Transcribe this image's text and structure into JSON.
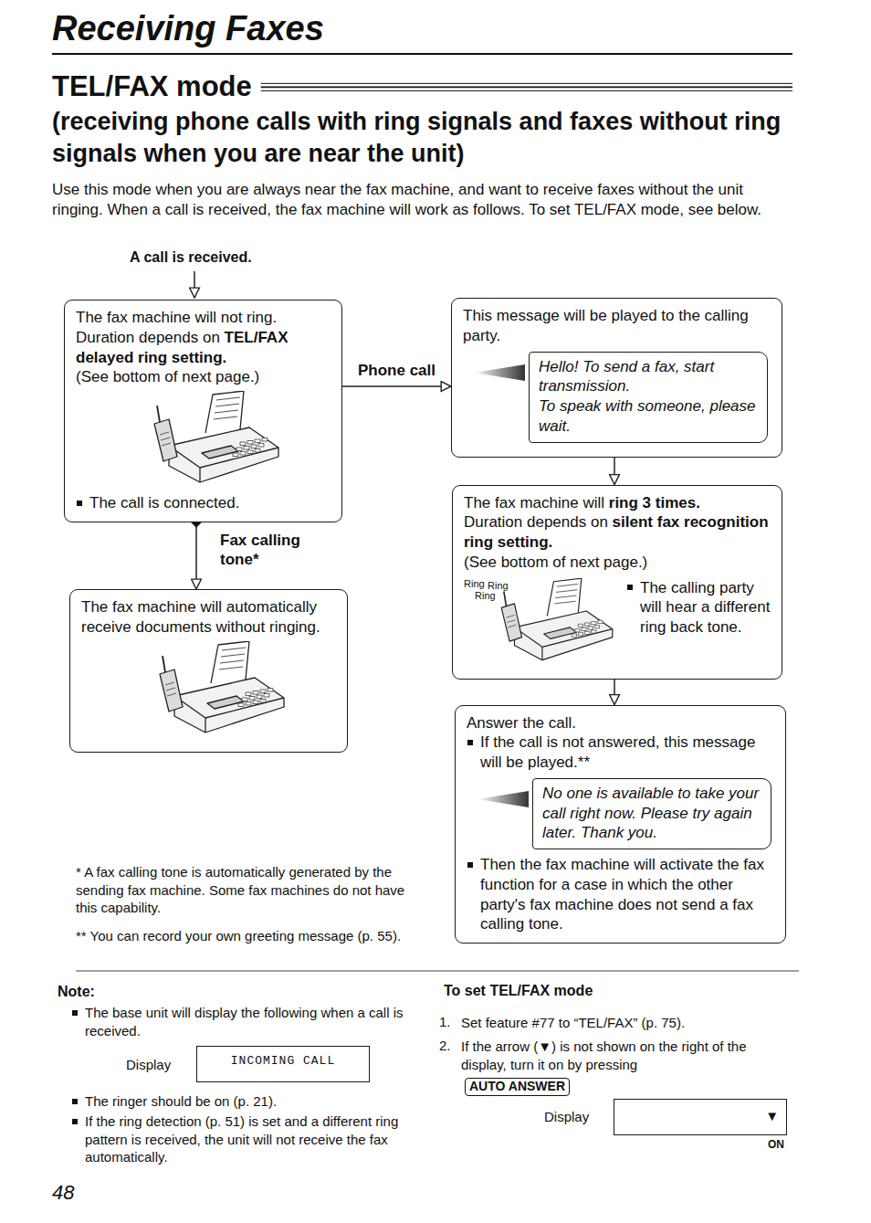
{
  "diagram": {
    "title": "Receiving Faxes",
    "nodes": [
      {
        "text": [
          "The fax machine will not ring.",
          "Duration depends on",
          "TEL/FAX delayed ring setting.",
          "(See bottom of next page.)",
          "The call is connected."
        ]
      },
      {
        "text": [
          "This message will be played to the calling party."
        ]
      },
      {
        "text": [
          "Hello! To send a fax, start transmission.",
          "To speak with someone, please wait."
        ],
        "in": 1
      },
      {
        "text": [
          "The fax machine will",
          "ring 3 times.",
          "Duration depends on",
          "silent fax recognition ring setting.",
          "(See bottom of next page.)",
          "The calling party will hear a different ring back tone."
        ]
      },
      {
        "text": [
          "Answer the call.",
          "If the call is not answered, this message will be played.**",
          "Then the fax machine will activate the fax function for a case in which the other party's fax machine does not send a fax calling tone."
        ]
      },
      {
        "text": [
          "No one is available to take your call right now. Please try again later. Thank you."
        ],
        "in": 4
      },
      {
        "text": [
          "The fax machine will automatically receive documents without ringing."
        ]
      },
      {
        "text": [
          "INCOMING CALL"
        ]
      },
      {
        "text": [
          "▼"
        ]
      }
    ],
    "edges": [
      {
        "from": 0,
        "to": 1,
        "label": "Phone call",
        "arrow": "to"
      },
      {
        "from": 0,
        "to": 6,
        "label": "Fax calling tone*",
        "arrow": "to"
      },
      {
        "from": 1,
        "to": 3,
        "arrow": "to"
      },
      {
        "from": 3,
        "to": 4,
        "arrow": "to"
      }
    ],
    "labels": [
      "TEL/FAX mode",
      "(receiving phone calls with ring signals and faxes without ring signals when you are near the unit)",
      "Use this mode when you are always near the fax machine, and want to receive faxes without the unit ringing. When a call is received, the fax machine will work as follows. To set TEL/FAX mode, see below.",
      "A call is received.",
      "Ring",
      "Ring",
      "Ring",
      "* A fax calling tone is automatically generated by the sending fax machine. Some fax machines do not have this capability.",
      "** You can record your own greeting message (p. 55).",
      "Note:",
      "The base unit will display the following when a call is received.",
      "Display",
      "The ringer should be on (p. 21).",
      "If the ring detection (p. 51) is set and a different ring pattern is received, the unit will not receive the fax automatically.",
      "To set TEL/FAX mode",
      "1.",
      "Set feature #77 to “TEL/FAX” (p. 75).",
      "2.",
      "If the arrow (▼) is not shown on the right of the display, turn it on by pressing",
      "AUTO ANSWER",
      "Display",
      "ON",
      "48"
    ]
  }
}
